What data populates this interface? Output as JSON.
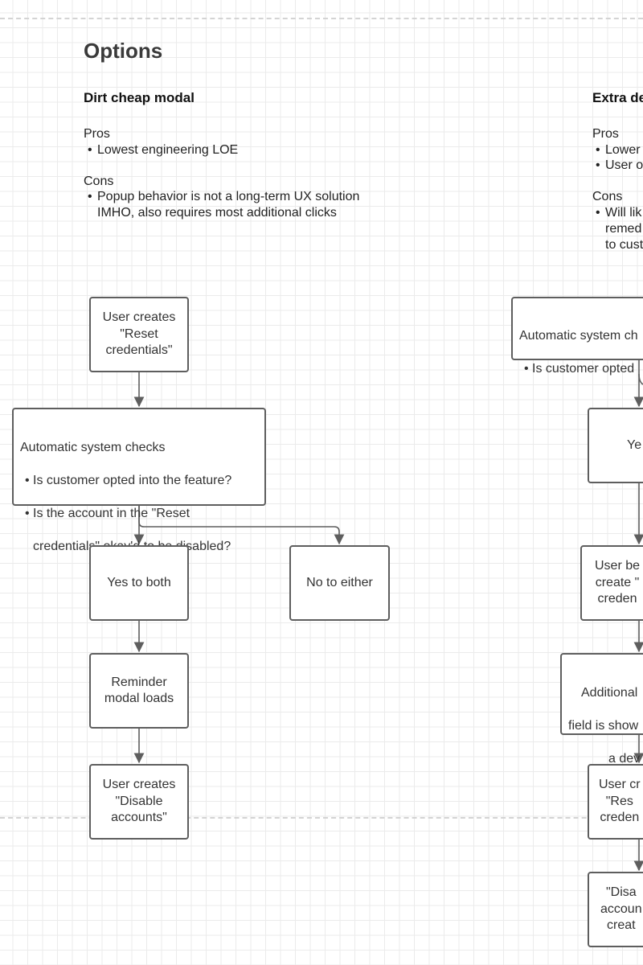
{
  "page": {
    "title": "Options"
  },
  "dirt_cheap": {
    "heading": "Dirt cheap modal",
    "pros_label": "Pros",
    "pros": [
      "Lowest engineering LOE"
    ],
    "cons_label": "Cons",
    "cons_line1": "Popup behavior is not a long-term UX solution",
    "cons_line2": "IMHO, also requires most additional clicks",
    "flow": {
      "start": "User creates\n\"Reset\ncredentials\"",
      "checks_title": "Automatic system checks",
      "check1": "Is customer opted into the feature?",
      "check2_line1": "Is the account in the \"Reset",
      "check2_line2": "credentials\" okay'd to be disabled?",
      "yes_both": "Yes to both",
      "no_either": "No to either",
      "reminder": "Reminder\nmodal loads",
      "disable": "User creates\n\"Disable\naccounts\""
    }
  },
  "extra": {
    "heading": "Extra de",
    "pros_label": "Pros",
    "pros1": "Lower",
    "pros2": "User o",
    "cons_label": "Cons",
    "cons1": "Will lik",
    "cons2": "remed",
    "cons3": "to cust",
    "flow": {
      "checks_title": "Automatic system ch",
      "check1": "Is customer opted",
      "yes": "Ye",
      "begins": "User be\ncreate \"\ncreden",
      "additional_line1": "Additional",
      "additional_line2": "field is show",
      "additional_line3": "a dev",
      "user_creates": "User cr\n\"Res\ncreden",
      "disa": "\"Disa\naccoun\ncreat"
    }
  }
}
